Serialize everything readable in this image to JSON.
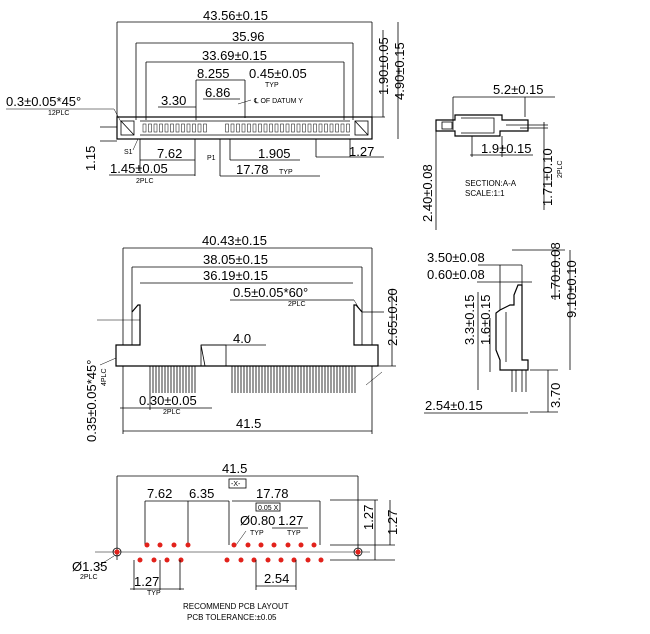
{
  "top_view": {
    "overall_width": "43.56±0.15",
    "width_2": "35.96",
    "width_3": "33.69±0.15",
    "dim_8255": "8.255",
    "dim_045": "0.45±0.05",
    "dim_330": "3.30",
    "dim_686": "6.86",
    "datum_note": "℄ OF DATUM Y",
    "typ": "TYP",
    "chamfer": "0.3±0.05*45°",
    "chamfer_note": "12PLC",
    "dim_190": "1.90±0.05",
    "dim_490": "4.90±0.15",
    "dim_115": "1.15",
    "s1": "S1",
    "p1": "P1",
    "dim_762": "7.62",
    "dim_1905": "1.905",
    "dim_127": "1.27",
    "dim_145": "1.45±0.05",
    "dim_145_note": "2PLC",
    "dim_1778": "17.78",
    "dim_1778_note": "TYP"
  },
  "section": {
    "dim_52": "5.2±0.15",
    "dim_19": "1.9±0.15",
    "dim_240": "2.40±0.08",
    "dim_171": "1.71±0.10",
    "dim_171_note": "2PLC",
    "title": "SECTION:A-A",
    "scale": "SCALE:1:1"
  },
  "front_view": {
    "dim_4043": "40.43±0.15",
    "dim_3805": "38.05±0.15",
    "dim_3619": "36.19±0.15",
    "chamfer": "0.5±0.05*60°",
    "chamfer_note": "2PLC",
    "dim_265": "2.65±0.20",
    "dim_40": "4.0",
    "chamfer2": "0.35±0.05*45°",
    "chamfer2_note": "4PLC",
    "dim_030": "0.30±0.05",
    "dim_030_note": "2PLC",
    "dim_415": "41.5"
  },
  "side_view": {
    "dim_350": "3.50±0.08",
    "dim_060": "0.60±0.08",
    "dim_170": "1.70±0.08",
    "dim_910": "9.10±0.10",
    "dim_33": "3.3±0.15",
    "dim_16": "1.6±0.15",
    "dim_370": "3.70",
    "dim_254": "2.54±0.15"
  },
  "pcb_layout": {
    "dim_415": "41.5",
    "datum_x": "-X-",
    "dim_762": "7.62",
    "dim_635": "6.35",
    "dim_1778": "17.78",
    "datum_box": "0.05 X",
    "dia_080": "Ø0.80",
    "dia_080_note": "TYP",
    "pitch_127": "1.27",
    "pitch_127_note": "TYP",
    "dim_127a": "1.27",
    "dim_127b": "1.27",
    "dia_135": "Ø1.35",
    "dia_135_note": "2PLC",
    "dim_127c": "1.27",
    "dim_127c_note": "TYP",
    "dim_254": "2.54",
    "note_line1": "RECOMMEND PCB LAYOUT",
    "note_line2": "PCB TOLERANCE:±0.05",
    "pad_color": "#e2221b"
  }
}
